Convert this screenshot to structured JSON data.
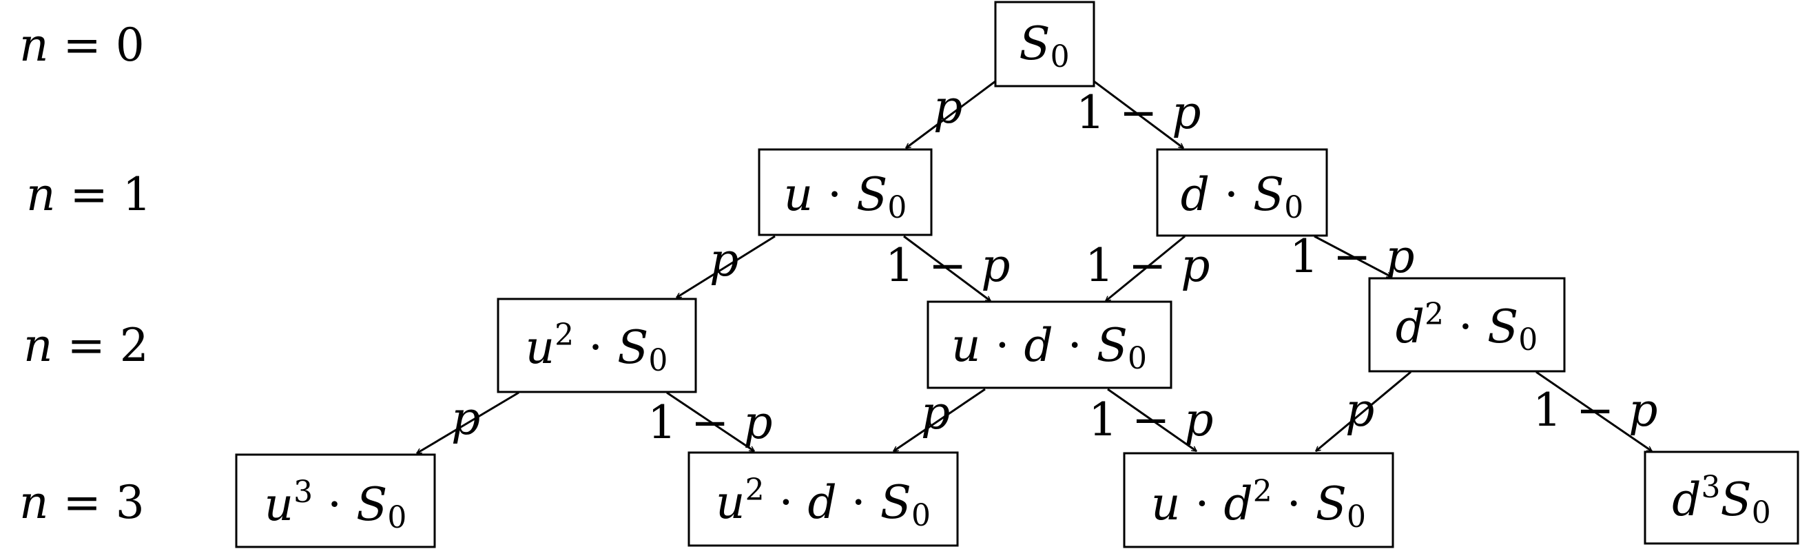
{
  "levels": [
    "n = 0",
    "n = 1",
    "n = 2",
    "n = 3"
  ],
  "nodes": {
    "S0": "S0",
    "uS0": "u · S0",
    "dS0": "d · S0",
    "u2S0": "u2 · S0",
    "udS0": "u · d · S0",
    "d2S0": "d2 · S0",
    "u3S0": "u3 · S0",
    "u2dS0": "u2 · d · S0",
    "ud2S0": "u · d2 · S0",
    "d3S0": "d3S0"
  },
  "edge_labels": {
    "up": "p",
    "down": "1 − p"
  }
}
